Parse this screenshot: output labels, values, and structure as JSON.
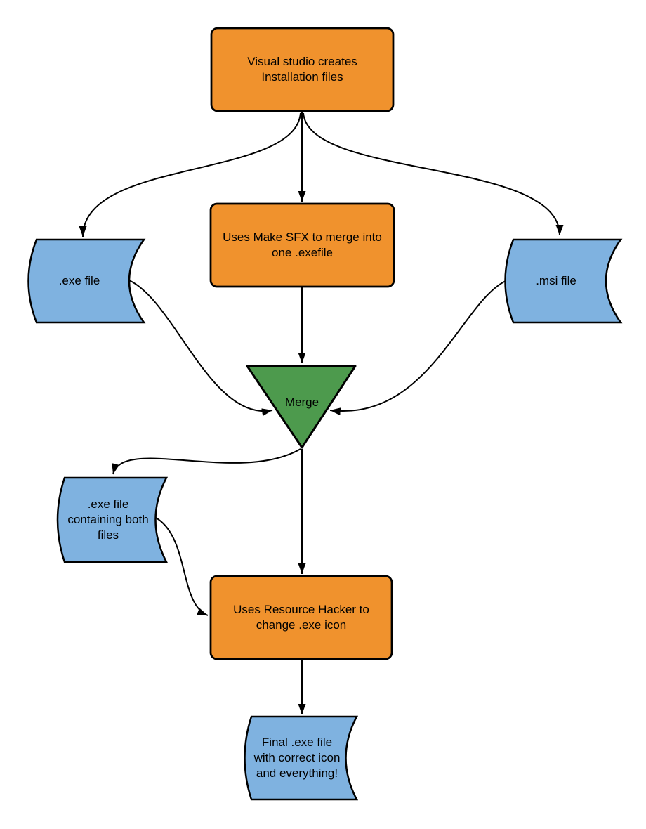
{
  "diagram": {
    "type": "flowchart",
    "colors": {
      "process_fill": "#F0922D",
      "file_fill": "#7FB2E0",
      "merge_fill": "#4D9A4D",
      "stroke": "#000000",
      "text": "#000000",
      "background": "#FFFFFF"
    },
    "nodes": {
      "visual_studio": {
        "shape": "process",
        "label": "Visual studio creates\nInstallation files"
      },
      "make_sfx": {
        "shape": "process",
        "label": "Uses Make SFX to merge into\none .exefile"
      },
      "exe_file": {
        "shape": "stored-data",
        "label": ".exe file"
      },
      "msi_file": {
        "shape": "stored-data",
        "label": ".msi file"
      },
      "merge": {
        "shape": "merge-triangle",
        "label": "Merge"
      },
      "exe_both": {
        "shape": "stored-data",
        "label": ".exe file\ncontaining both\nfiles"
      },
      "resource_hacker": {
        "shape": "process",
        "label": "Uses Resource Hacker to\nchange .exe icon"
      },
      "final_exe": {
        "shape": "stored-data",
        "label": "Final .exe file\nwith correct icon\nand everything!"
      }
    },
    "edges": [
      {
        "from": "visual_studio",
        "to": "exe_file"
      },
      {
        "from": "visual_studio",
        "to": "make_sfx"
      },
      {
        "from": "visual_studio",
        "to": "msi_file"
      },
      {
        "from": "make_sfx",
        "to": "merge"
      },
      {
        "from": "exe_file",
        "to": "merge"
      },
      {
        "from": "msi_file",
        "to": "merge"
      },
      {
        "from": "merge",
        "to": "exe_both"
      },
      {
        "from": "merge",
        "to": "resource_hacker"
      },
      {
        "from": "exe_both",
        "to": "resource_hacker"
      },
      {
        "from": "resource_hacker",
        "to": "final_exe"
      }
    ]
  }
}
